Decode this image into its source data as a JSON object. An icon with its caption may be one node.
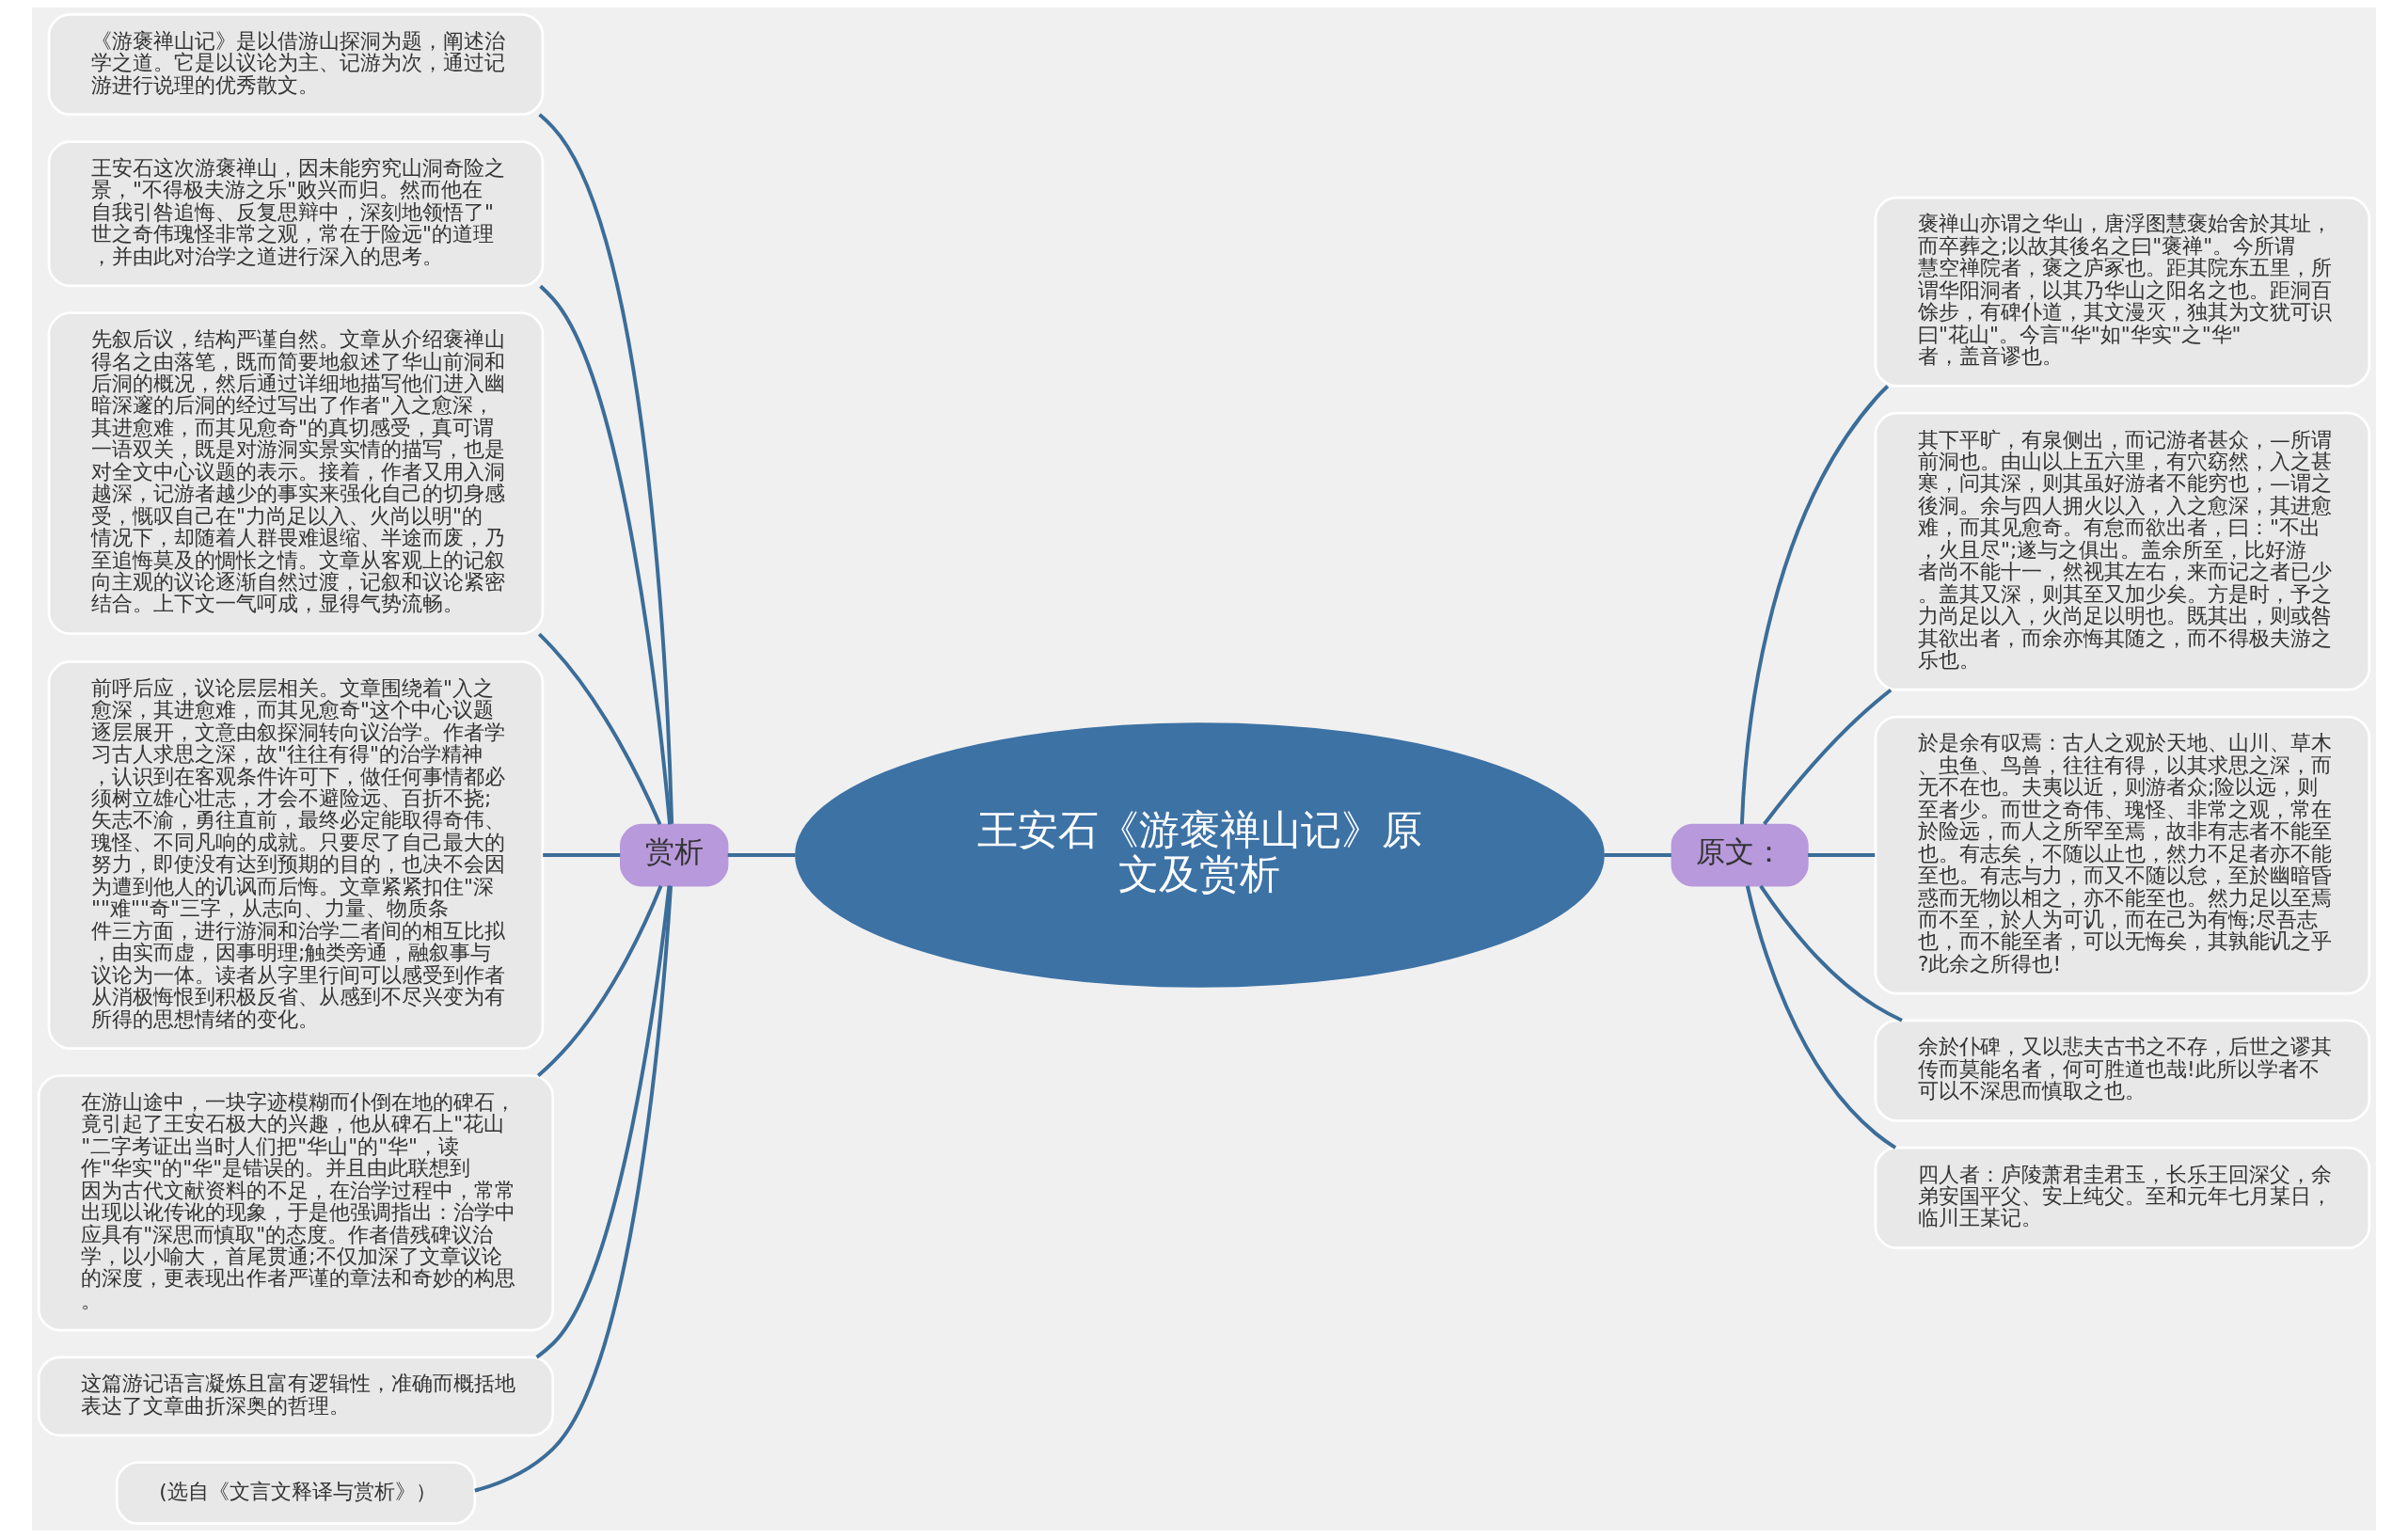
{
  "diagram": {
    "nodes": [
      {
        "text": [
          "王安石《游褒禅山记》原文及赏析"
        ]
      },
      {
        "text": [
          "赏析"
        ]
      },
      {
        "text": [
          "《游褒禅山记》是以借游山探洞为题，阐述治学之道。它是以议论为主、记游为次，通过记游进行说理的优秀散文。"
        ]
      },
      {
        "text": [
          "王安石这次游褒禅山，因未能穷究山洞奇险之景，\"不得极夫游之乐\"败兴而归。然而他在自我引咎追悔、反复思辩中，深刻地领悟了\"世之奇伟瑰怪非常之观，常在于险远\"的道理，并由此对治学之道进行深入的思考。"
        ]
      },
      {
        "text": [
          "先叙后议，结构严谨自然。文章从介绍褒禅山得名之由落笔，既而简要地叙述了华山前洞和后洞的概况，然后通过详细地描写他们进入幽暗深邃的后洞的经过写出了作者\"入之愈深，其进愈难，而其见愈奇\"的真切感受，真可谓一语双关，既是对游洞实景实情的描写，也是对全文中心议题的表示。接着，作者又用入洞越深，记游者越少的事实来强化自己的切身感受，慨叹自己在\"力尚足以入、火尚以明\"的情况下，却随着人群畏难退缩、半途而废，乃至追悔莫及的惆怅之情。文章从客观上的记叙向主观的议论逐渐自然过渡，记叙和议论紧密结合。上下文一气呵成，显得气势流畅。"
        ]
      },
      {
        "text": [
          "前呼后应，议论层层相关。文章围绕着\"入之愈深，其进愈难，而其见愈奇\"这个中心议题逐层展开，文意由叙探洞转向议治学。作者学习古人求思之深，故\"往往有得\"的治学精神，认识到在客观条件许可下，做任何事情都必须树立雄心壮志，才会不避险远、百折不挠;矢志不渝，勇往直前，最终必定能取得奇伟、瑰怪、不同凡响的成就。只要尽了自己最大的努力，即使没有达到预期的目的，也决不会因为遭到他人的讥讽而后悔。文章紧紧扣住\"深\"\"难\"\"奇\"三字，从志向、力量、物质条件三方面，进行游洞和治学二者间的相互比拟，由实而虚，因事明理;触类旁通，融叙事与议论为一体。读者从字里行间可以感受到作者从消极悔恨到积极反省、从感到不尽兴变为有所得的思想情绪的变化。"
        ]
      },
      {
        "text": [
          "在游山途中，一块字迹模糊而仆倒在地的碑石，竟引起了王安石极大的兴趣，他从碑石上\"花山\"二字考证出当时人们把\"华山\"的\"华\"，读作\"华实\"的\"华\"是错误的。并且由此联想到因为古代文献资料的不足，在治学过程中，常常出现以讹传讹的现象，于是他强调指出：治学中应具有\"深思而慎取\"的态度。作者借残碑议治学，以小喻大，首尾贯通;不仅加深了文章议论的深度，更表现出作者严谨的章法和奇妙的构思。"
        ]
      },
      {
        "text": [
          "这篇游记语言凝炼且富有逻辑性，准确而概括地表达了文章曲折深奥的哲理。"
        ]
      },
      {
        "text": [
          "(选自《文言文释译与赏析》）"
        ]
      },
      {
        "text": [
          "原文："
        ]
      },
      {
        "text": [
          "褒禅山亦谓之华山，唐浮图慧褒始舍於其址，而卒葬之;以故其後名之曰\"褒禅\"。今所谓慧空禅院者，褒之庐冢也。距其院东五里，所谓华阳洞者，以其乃华山之阳名之也。距洞百馀步，有碑仆道，其文漫灭，独其为文犹可识曰\"花山\"。今言\"华\"如\"华实\"之\"华\"者，盖音谬也。"
        ]
      },
      {
        "text": [
          "其下平旷，有泉侧出，而记游者甚众，—所谓前洞也。由山以上五六里，有穴窈然，入之甚寒，问其深，则其虽好游者不能穷也，—谓之後洞。余与四人拥火以入，入之愈深，其进愈难，而其见愈奇。有怠而欲出者，曰：\"不出，火且尽\";遂与之俱出。盖余所至，比好游者尚不能十一，然视其左右，来而记之者已少。盖其又深，则其至又加少矣。方是时，予之力尚足以入，火尚足以明也。既其出，则或咎其欲出者，而余亦悔其随之，而不得极夫游之乐也。"
        ]
      },
      {
        "text": [
          "於是余有叹焉：古人之观於天地、山川、草木、虫鱼、鸟兽，往往有得，以其求思之深，而无不在也。夫夷以近，则游者众;险以远，则至者少。而世之奇伟、瑰怪、非常之观，常在於险远，而人之所罕至焉，故非有志者不能至也。有志矣，不随以止也，然力不足者亦不能至也。有志与力，而又不随以怠，至於幽暗昏惑而无物以相之，亦不能至也。然力足以至焉而不至，於人为可讥，而在己为有悔;尽吾志也，而不能至者，可以无悔矣，其孰能讥之乎?此余之所得也!"
        ]
      },
      {
        "text": [
          "余於仆碑，又以悲夫古书之不存，后世之谬其传而莫能名者，何可胜道也哉!此所以学者不可以不深思而慎取之也。"
        ]
      },
      {
        "text": [
          "四人者：庐陵萧君圭君玉，长乐王回深父，余弟安国平父、安上纯父。至和元年七月某日，临川王某记。"
        ]
      }
    ],
    "edges": [
      {
        "from": 0,
        "to": 1,
        "arrow": "none"
      },
      {
        "from": 1,
        "to": 2,
        "arrow": "none"
      },
      {
        "from": 1,
        "to": 3,
        "arrow": "none"
      },
      {
        "from": 1,
        "to": 4,
        "arrow": "none"
      },
      {
        "from": 1,
        "to": 5,
        "arrow": "none"
      },
      {
        "from": 1,
        "to": 6,
        "arrow": "none"
      },
      {
        "from": 1,
        "to": 7,
        "arrow": "none"
      },
      {
        "from": 1,
        "to": 8,
        "arrow": "none"
      },
      {
        "from": 0,
        "to": 9,
        "arrow": "none"
      },
      {
        "from": 9,
        "to": 10,
        "arrow": "none"
      },
      {
        "from": 9,
        "to": 11,
        "arrow": "none"
      },
      {
        "from": 9,
        "to": 12,
        "arrow": "none"
      },
      {
        "from": 9,
        "to": 13,
        "arrow": "none"
      },
      {
        "from": 9,
        "to": 14,
        "arrow": "none"
      }
    ]
  }
}
